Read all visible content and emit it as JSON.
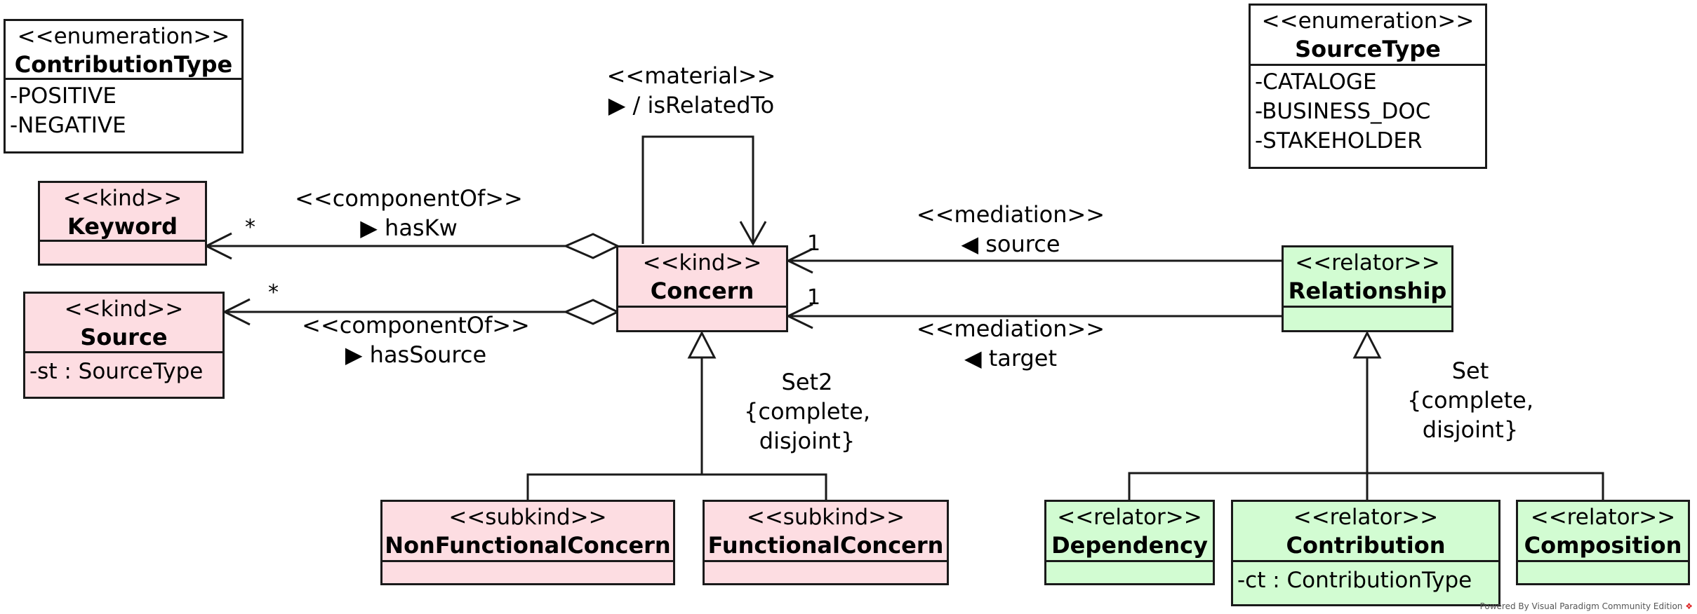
{
  "classes": {
    "contribution_type": {
      "stereotype": "<<enumeration>>",
      "name": "ContributionType",
      "attrs": [
        "-POSITIVE",
        "-NEGATIVE"
      ]
    },
    "source_type": {
      "stereotype": "<<enumeration>>",
      "name": "SourceType",
      "attrs": [
        "-CATALOGE",
        "-BUSINESS_DOC",
        "-STAKEHOLDER"
      ]
    },
    "keyword": {
      "stereotype": "<<kind>>",
      "name": "Keyword"
    },
    "source": {
      "stereotype": "<<kind>>",
      "name": "Source",
      "attrs": [
        "-st : SourceType"
      ]
    },
    "concern": {
      "stereotype": "<<kind>>",
      "name": "Concern"
    },
    "relationship": {
      "stereotype": "<<relator>>",
      "name": "Relationship"
    },
    "non_functional_concern": {
      "stereotype": "<<subkind>>",
      "name": "NonFunctionalConcern"
    },
    "functional_concern": {
      "stereotype": "<<subkind>>",
      "name": "FunctionalConcern"
    },
    "dependency": {
      "stereotype": "<<relator>>",
      "name": "Dependency"
    },
    "contribution": {
      "stereotype": "<<relator>>",
      "name": "Contribution",
      "attrs": [
        "-ct : ContributionType"
      ]
    },
    "composition": {
      "stereotype": "<<relator>>",
      "name": "Composition"
    }
  },
  "associations": {
    "is_related_to": {
      "stereotype": "<<material>>",
      "name": "▶ / isRelatedTo"
    },
    "has_kw": {
      "stereotype": "<<componentOf>>",
      "name": "▶ hasKw",
      "multiplicity": "*"
    },
    "has_source": {
      "stereotype": "<<componentOf>>",
      "name": "▶ hasSource",
      "multiplicity": "*"
    },
    "med_source": {
      "stereotype": "<<mediation>>",
      "name": "◀ source",
      "multiplicity": "1"
    },
    "med_target": {
      "stereotype": "<<mediation>>",
      "name": "◀ target",
      "multiplicity": "1"
    }
  },
  "generalization_sets": {
    "set2": {
      "name": "Set2",
      "constraint_1": "{complete,",
      "constraint_2": "disjoint}"
    },
    "set": {
      "name": "Set",
      "constraint_1": "{complete,",
      "constraint_2": "disjoint}"
    }
  },
  "colors": {
    "kind_fill": "#fddde2",
    "relator_fill": "#d2fcd2",
    "line": "#1a1a1a"
  },
  "footer": {
    "text": "Powered By Visual Paradigm Community Edition"
  }
}
